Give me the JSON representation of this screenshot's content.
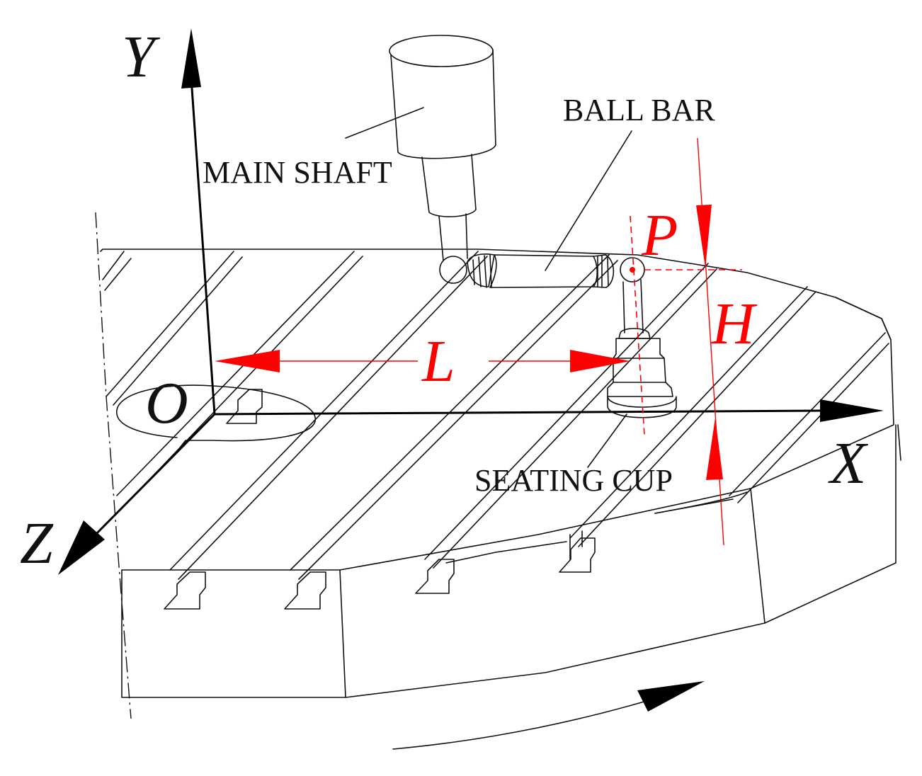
{
  "axes": {
    "y": "Y",
    "x": "X",
    "z": "Z",
    "origin": "O"
  },
  "labels": {
    "main_shaft": "MAIN SHAFT",
    "ball_bar": "BALL BAR",
    "seating_cup": "SEATING CUP"
  },
  "dimensions": {
    "p": "P",
    "h": "H",
    "l": "L"
  },
  "colors": {
    "line": "#111111",
    "dimension": "#ff0000",
    "background": "#ffffff"
  }
}
